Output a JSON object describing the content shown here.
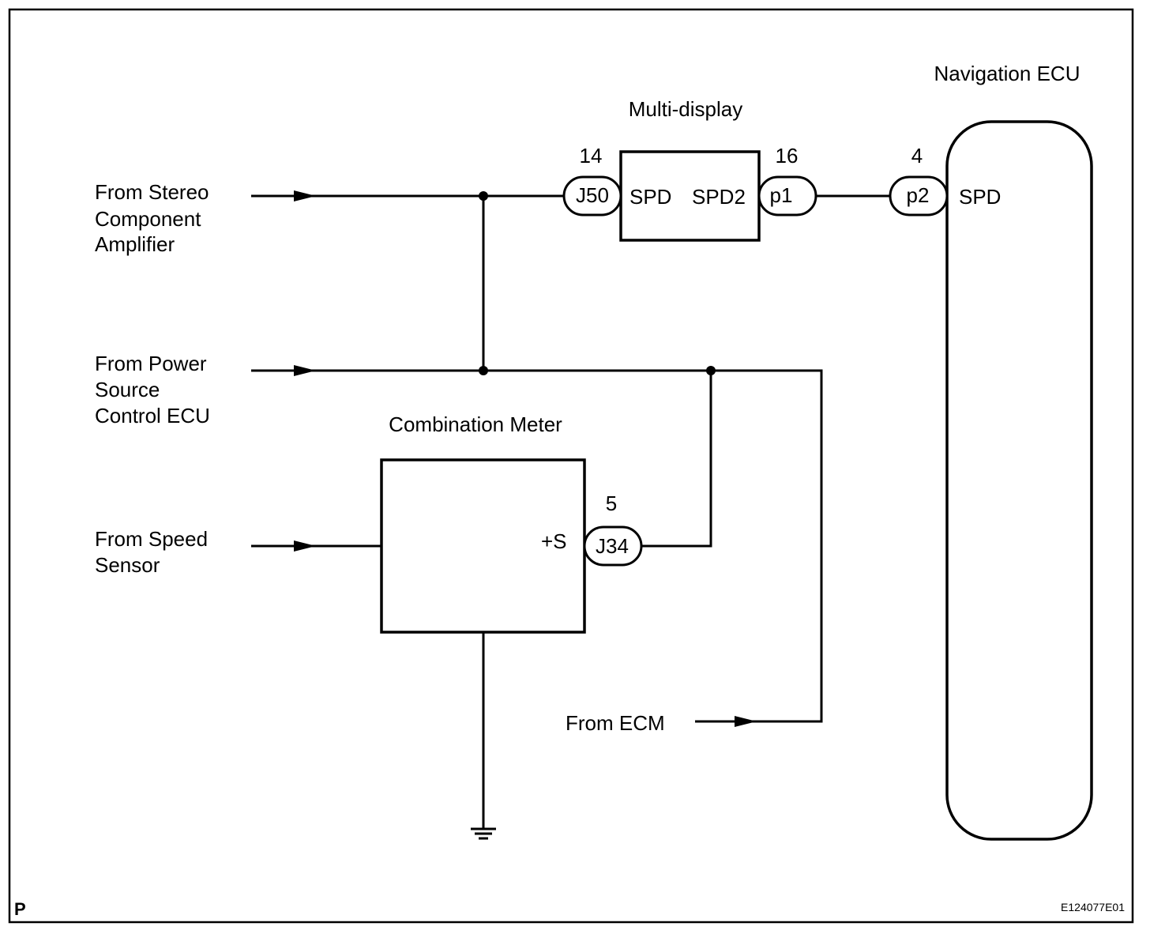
{
  "sources": {
    "stereo": [
      "From Stereo",
      "Component",
      "Amplifier"
    ],
    "power": [
      "From Power",
      "Source",
      "Control ECU"
    ],
    "speed": [
      "From Speed",
      "Sensor"
    ],
    "ecm": "From ECM"
  },
  "multi_display": {
    "title": "Multi-display",
    "terminal_in": "SPD",
    "terminal_out": "SPD2",
    "connector_in": "J50",
    "pin_in": "14",
    "connector_out": "p1",
    "pin_out": "16"
  },
  "navigation_ecu": {
    "title": "Navigation ECU",
    "terminal": "SPD",
    "connector": "p2",
    "pin": "4"
  },
  "combination_meter": {
    "title": "Combination Meter",
    "terminal": "+S",
    "connector": "J34",
    "pin": "5"
  },
  "footer": {
    "page_mark": "P",
    "figure_code": "E124077E01"
  }
}
